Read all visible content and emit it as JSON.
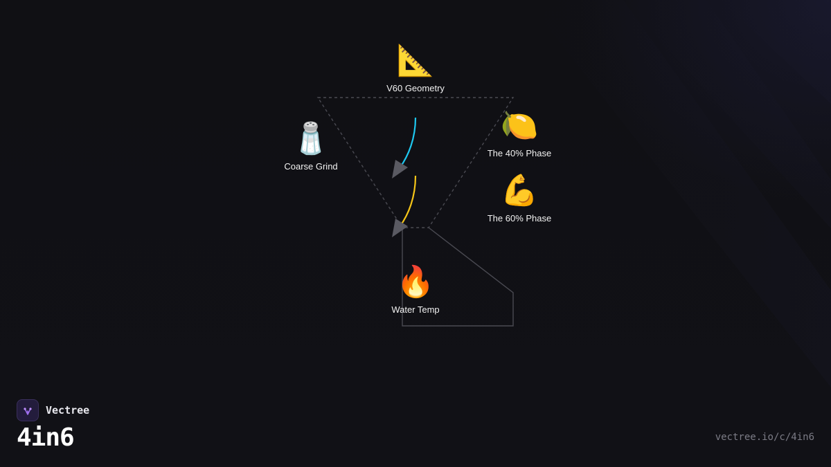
{
  "nodes": {
    "v60": {
      "emoji": "📐",
      "icon": "triangular-ruler-icon",
      "label": "V60 Geometry"
    },
    "coarse": {
      "emoji": "🧂",
      "icon": "salt-shaker-icon",
      "label": "Coarse Grind"
    },
    "phase40": {
      "emoji": "🍋",
      "icon": "lemon-icon",
      "label": "The 40% Phase"
    },
    "phase60": {
      "emoji": "💪",
      "icon": "flexed-biceps-icon",
      "label": "The 60% Phase"
    },
    "water": {
      "emoji": "🔥",
      "icon": "fire-icon",
      "label": "Water Temp"
    }
  },
  "colors": {
    "background": "#111115",
    "arrow_cyan": "#1ec8f0",
    "arrow_yellow": "#f5c518",
    "outline": "#4a4a52",
    "arrowhead": "#5a5a62"
  },
  "brand": {
    "name": "Vectree",
    "code": "4in6",
    "url": "vectree.io/c/4in6"
  }
}
